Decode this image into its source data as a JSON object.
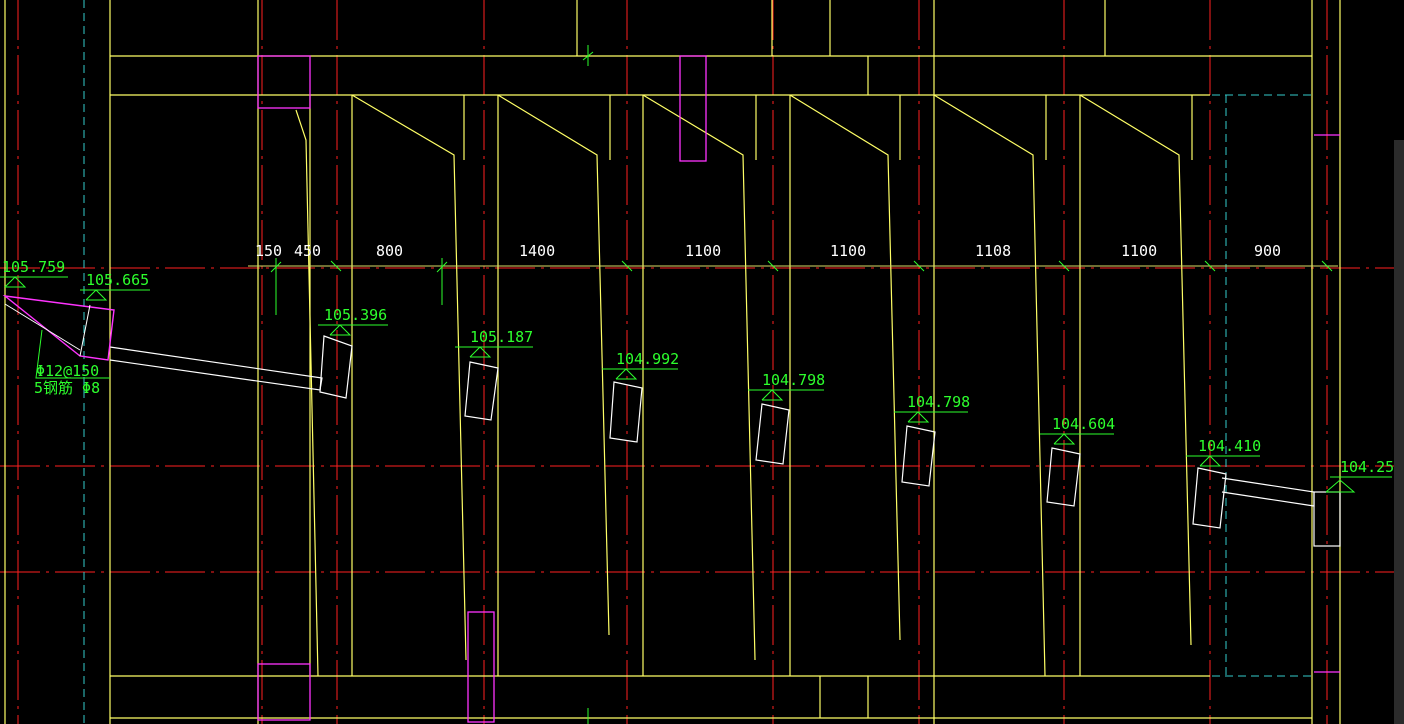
{
  "colors": {
    "background": "#000000",
    "axis": "#ff2020",
    "wall": "#ffff66",
    "column": "#ff33ff",
    "dimension": "#2dff2d",
    "section": "#ffffff",
    "hidden": "#33cccc"
  },
  "dimensions": [
    "150",
    "450",
    "800",
    "1400",
    "1100",
    "1100",
    "1108",
    "1100",
    "900"
  ],
  "elevations": [
    "105.759",
    "105.665",
    "105.396",
    "105.187",
    "104.992",
    "104.798",
    "104.798",
    "104.604",
    "104.410",
    "104.250"
  ],
  "rebar_note": {
    "line1": "Φ12@150",
    "line2": "5钢筋 Φ8"
  }
}
